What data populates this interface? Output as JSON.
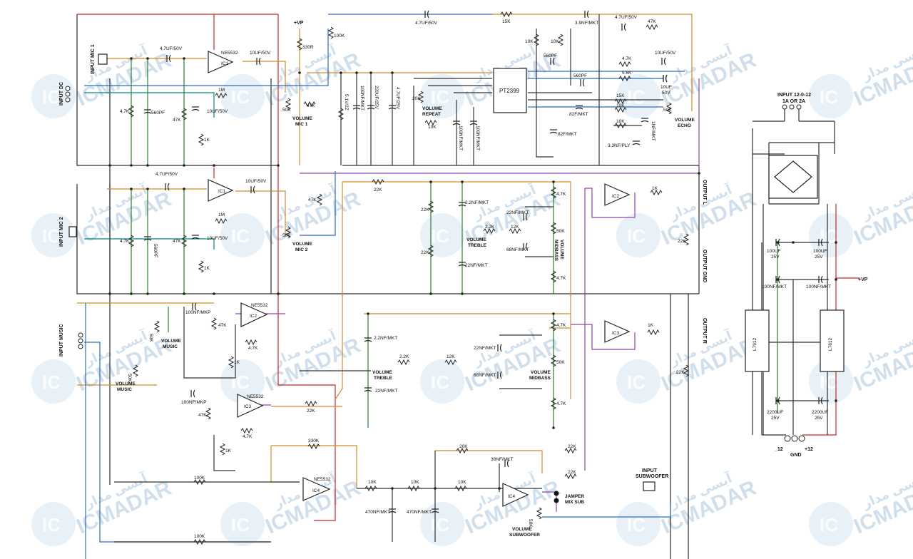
{
  "watermark": {
    "text": "ICMADAR",
    "logo": "IC",
    "persian": "آیسی مدار"
  },
  "chips": {
    "ic1a": "IC1",
    "ic1b": "IC1",
    "ic2": "IC2",
    "ic3": "IC3",
    "ic4": "IC4",
    "ic2b": "IC2",
    "ic3b": "IC3",
    "ic4b": "IC4",
    "ne1": "NE5532",
    "ne2": "NE5532",
    "ne3": "NE5532",
    "ne4": "NE5532",
    "pt": "PT2399",
    "l7912": "L7912",
    "l7812": "L7812"
  },
  "labels": {
    "input_dc": "INPUT DC",
    "input_mic1": "INPUT MIC 1",
    "input_mic2": "INPUT MIC 2",
    "input_music": "INPUT MUSIC",
    "input_sub": "INPUT\nSUBWOOFER",
    "input_sub1": "INPUT",
    "input_sub2": "SUBWOOFER",
    "vp": "+VP",
    "vp2": "+VP",
    "out_l": "OUTPUT L",
    "out_gnd": "OUTPUT GND",
    "out_r": "OUTPUT R",
    "vol_mic1": "VOLUME\nMIC 1",
    "vol_mic1a": "VOLUME",
    "vol_mic1b": "MIC 1",
    "vol_mic2a": "VOLUME",
    "vol_mic2b": "MIC 2",
    "vol_music1a": "VOLUME",
    "vol_music1b": "MUSIC",
    "vol_music2a": "VOLUME",
    "vol_music2b": "MUSIC",
    "vol_repeat1": "VOLUME",
    "vol_repeat2": "REPEAT",
    "vol_echo1": "VOLUME",
    "vol_echo2": "ECHO",
    "vol_treble1": "VOLUME",
    "vol_treble2": "TREBLE",
    "vol_treble3": "VOLUME",
    "vol_treble4": "TREBLE",
    "vol_midbass1": "VOLUME",
    "vol_midbass2": "MIDBASS",
    "vol_midbass3": "VOLUME",
    "vol_midbass4": "MIDBASS",
    "vol_sub1": "VOLUME",
    "vol_sub2": "SUBWOOFER",
    "jumper1": "JAMPER",
    "jumper2": "MIX SUB",
    "psu_in1": "INPUT 12-0-12",
    "psu_in2": "1A OR 2A",
    "gnd": "GND",
    "m12": "_12",
    "p12": "+12"
  },
  "components": {
    "c_47u50_a": "4.7UF/50V",
    "c_10u50_a": "10UF/50V",
    "c_560pf_a": "560PF",
    "c_10u50_b": "10UF/50V",
    "r_47k_a": "4.7K",
    "r_47k_b": "47K",
    "r_1m_a": "1M",
    "r_1k_a": "1K",
    "c_47u50_b": "4.7UF/50V",
    "c_10u50_c": "10UF/50V",
    "c_560pf_b": "560PF",
    "c_10u50_d": "10UF/50V",
    "r_47k_c": "4.7K",
    "r_47k_d": "47K",
    "r_1m_b": "1M",
    "r_1k_b": "1K",
    "r_330r": "330R",
    "r_100k_a": "100K",
    "r_50k_a": "50K",
    "r_47k_e": "47K",
    "r_50k_b": "50K",
    "r_47k_f": "47K",
    "c_47u50_c": "4.7UF/50V",
    "r_15k_a": "15K",
    "c_39nf_a": "3.9NF/MKT",
    "c_47u50_d": "4.7UF/50V",
    "r_47k_g": "47K",
    "r_10k_a": "10K",
    "r_10k_b": "10K",
    "c_560pf_c": "560PF",
    "c_560pf_d": "560PF",
    "r_47k_h": "4.7K",
    "c_10u50_e": "10UF/50V",
    "r_56k": "5.6K",
    "c_10u50_f": "10UF",
    "c_10u50_g": "50V",
    "r_15k_b": "15K",
    "r_10k_c": "10K",
    "r_10k_d": "10K",
    "c_82nf_a": "82F/MKT",
    "c_82nf_b": "82F/MKT",
    "c_33nf_a": "3.3NF/PLY",
    "c_1nf_a": "1NF/MKT",
    "r_50k_c": "50K",
    "d_zener": "5.1V/2Z",
    "c_100nf_a": "100NF/MKT",
    "c_220u25": "220UF/25V",
    "c_47u25": "4.7UF/25V",
    "r_20k_a": "20K",
    "r_10k_e": "10K",
    "c_100nf_b": "100NF/MKT",
    "c_100nf_c": "100NF/MKT",
    "r_22k_a": "22K",
    "r_22k_b": "22K",
    "r_22k_c": "22K",
    "r_22k_d": "22K",
    "c_22nf_a": "2.2NF/MKT",
    "r_22k_e": "2.2K",
    "r_12k_a": "12K",
    "c_22nf_b": "22NF/MKT",
    "c_68nf_a": "68NF/MKT",
    "c_22nf_c": "22NF/MKT",
    "r_50k_d": "50K",
    "r_47k_i": "4.7K",
    "r_47k_j": "4.7K",
    "r_1k_c": "1K",
    "r_22k_f": "22K",
    "c_22nf_d": "2.2NF/MKT",
    "r_22k_g": "2.2K",
    "r_12k_b": "12K",
    "c_22nf_e": "22NF/MKT",
    "c_68nf_b": "68NF/MKT",
    "c_22nf_f": "22NF/MKT",
    "r_50k_e": "50K",
    "r_47k_k": "4.7K",
    "r_47k_l": "4.7K",
    "r_1k_d": "1K",
    "r_22k_h": "22K",
    "c_100nf_mkp_a": "100NF/MKP",
    "r_47k_m": "47K",
    "r_47k_n": "4.7K",
    "r_1k_e": "1K",
    "r_50k_f": "50K",
    "c_100nf_mkp_b": "100NF/MKP",
    "r_47k_o": "47K",
    "r_47k_p": "4.7K",
    "r_1k_f": "1K",
    "r_50k_g": "50K",
    "r_22k_i": "22K",
    "r_330k": "330K",
    "r_100k_b": "100K",
    "r_100k_c": "100K",
    "r_10k_f": "10K",
    "r_10k_g": "10K",
    "r_10k_h": "10K",
    "r_20k_b": "20K",
    "c_470nf_a": "470NF/MKT",
    "c_470nf_b": "470NF/MKT",
    "c_39nf_b": "39NF/MKT",
    "r_22k_j": "22K",
    "r_22k_k": "22K",
    "r_50k_h": "50K",
    "c_100u_a": "100UF",
    "c_100u_a2": "25V",
    "c_100u_b": "100UF",
    "c_100u_b2": "25V",
    "c_100nf_d": "100NF/MKT",
    "c_100nf_e": "100NF/MKT",
    "c_2200_a": "2200UF",
    "c_2200_a2": "25V",
    "c_2200_b": "2200UF",
    "c_2200_b2": "25V"
  },
  "wire_colors": {
    "ground": "#2d2d2d",
    "supply": "#c62828",
    "signal": "#d28a2a",
    "signal_alt": "#8e44ad",
    "reference": "#2e7d32",
    "blue": "#2f6db5",
    "teal": "#00897b"
  }
}
